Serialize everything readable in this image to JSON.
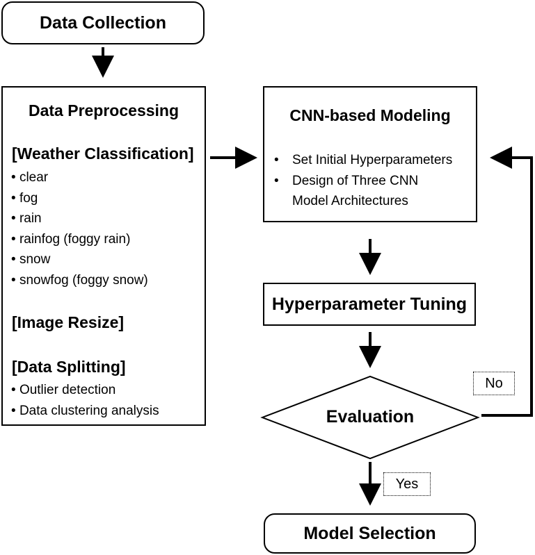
{
  "nodes": {
    "data_collection": {
      "label": "Data Collection"
    },
    "data_preprocessing": {
      "title": "Data Preprocessing",
      "weather_heading": "[Weather Classification]",
      "weather_items": [
        "clear",
        "fog",
        "rain",
        "rainfog (foggy rain)",
        "snow",
        "snowfog (foggy snow)"
      ],
      "resize_heading": "[Image Resize]",
      "splitting_heading": "[Data Splitting]",
      "splitting_items": [
        "Outlier detection",
        "Data clustering analysis"
      ]
    },
    "cnn_modeling": {
      "title": "CNN-based Modeling",
      "items": [
        "Set Initial Hyperparameters",
        "Design of Three CNN",
        "Model Architectures"
      ]
    },
    "hyperparameter_tuning": {
      "label": "Hyperparameter Tuning"
    },
    "evaluation": {
      "label": "Evaluation"
    },
    "model_selection": {
      "label": "Model Selection"
    }
  },
  "edge_labels": {
    "no": "No",
    "yes": "Yes"
  }
}
